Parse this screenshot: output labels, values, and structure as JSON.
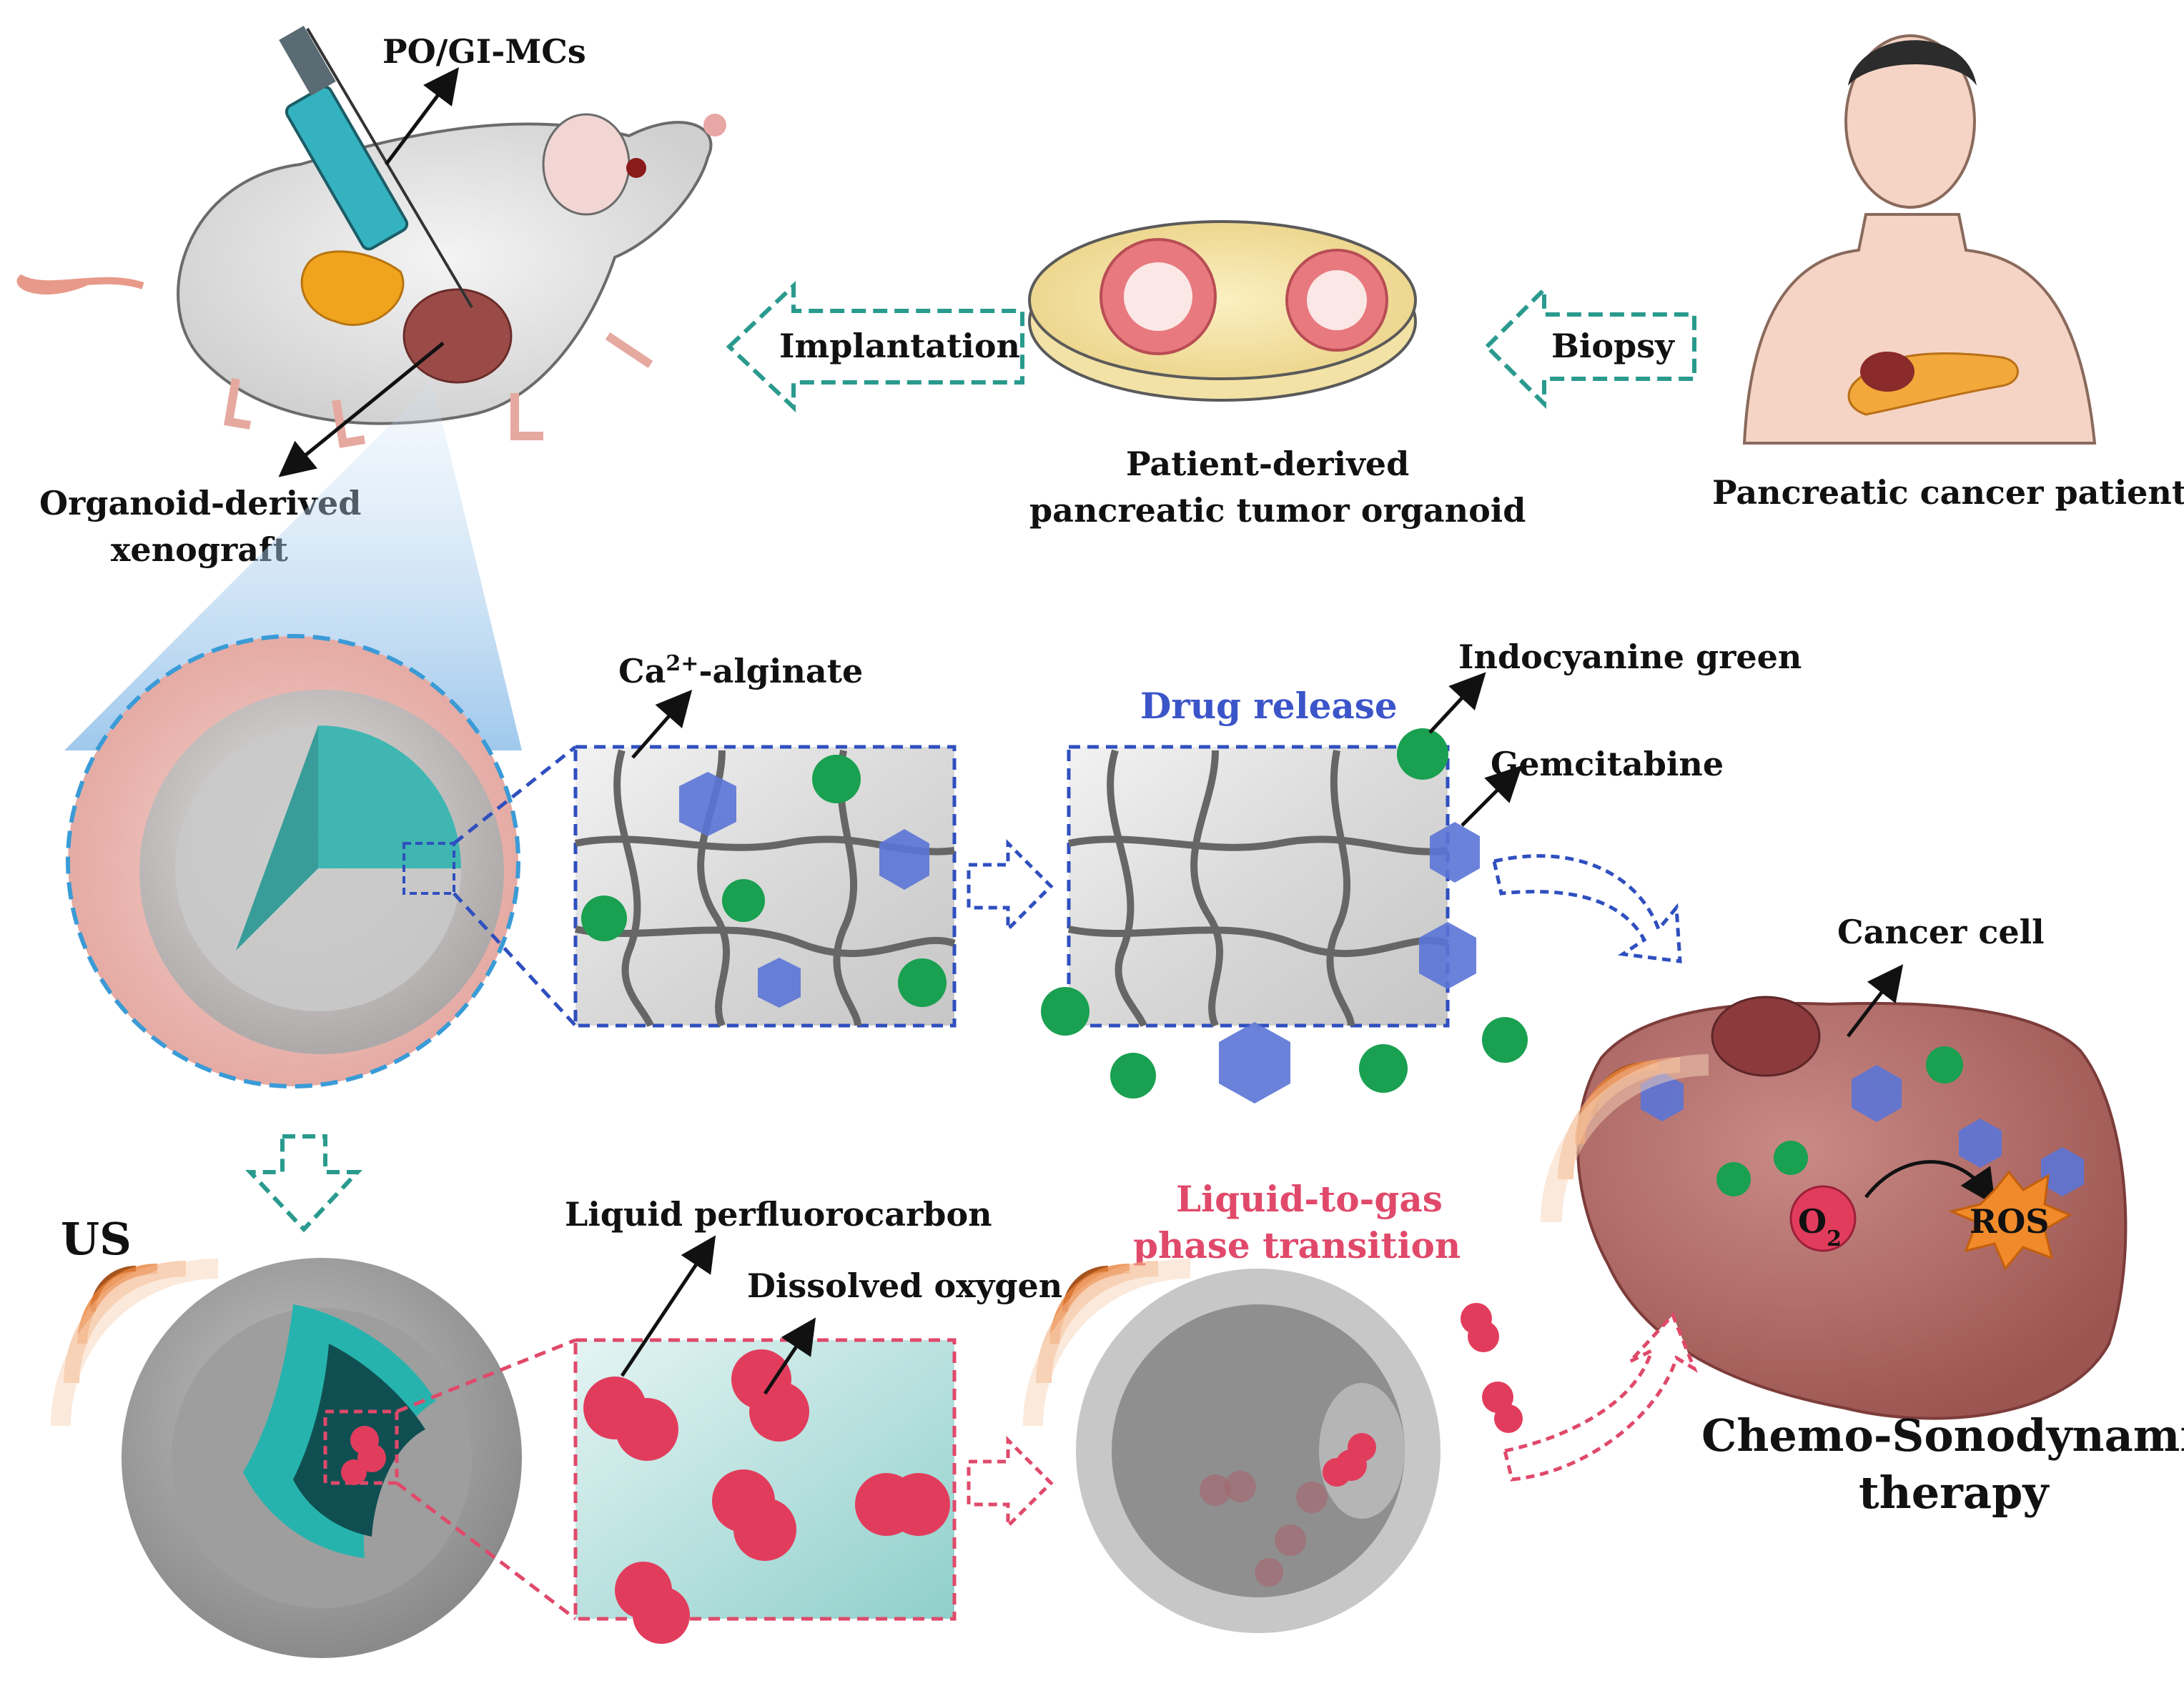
{
  "top_row": {
    "injection_label": "PO/GI-MCs",
    "xenograft_label_line1": "Organoid-derived",
    "xenograft_label_line2": "xenograft",
    "implantation_label": "Implantation",
    "organoid_label_line1": "Patient-derived",
    "organoid_label_line2": "pancreatic tumor organoid",
    "biopsy_label": "Biopsy",
    "patient_label": "Pancreatic cancer patient"
  },
  "middle_row": {
    "alginate_label_prefix": "Ca",
    "alginate_label_sup": "2+",
    "alginate_label_suffix": "-alginate",
    "drug_release_label": "Drug release",
    "icg_label": "Indocyanine green",
    "gemcitabine_label": "Gemcitabine",
    "cancer_cell_label": "Cancer cell",
    "o2_label_main": "O",
    "o2_label_sub": "2",
    "ros_label": "ROS"
  },
  "bottom_row": {
    "us_label": "US",
    "pfc_label": "Liquid perfluorocarbon",
    "dissolved_oxygen_label": "Dissolved oxygen",
    "phase_transition_line1": "Liquid-to-gas",
    "phase_transition_line2": "phase transition",
    "therapy_line1": "Chemo-Sonodynamic",
    "therapy_line2": "therapy"
  },
  "colors": {
    "teal_arrow": "#2a9a8e",
    "blue_dashed": "#2f4fbf",
    "pink_dashed": "#e0496a",
    "gemcitabine": "#5b74d6",
    "icg": "#19a050",
    "oxygen": "#e23c5c",
    "core_teal": "#27b3ad",
    "ultrasound": "#e8823c",
    "ros": "#f08a2a",
    "cancer_cell": "#a05a58"
  }
}
